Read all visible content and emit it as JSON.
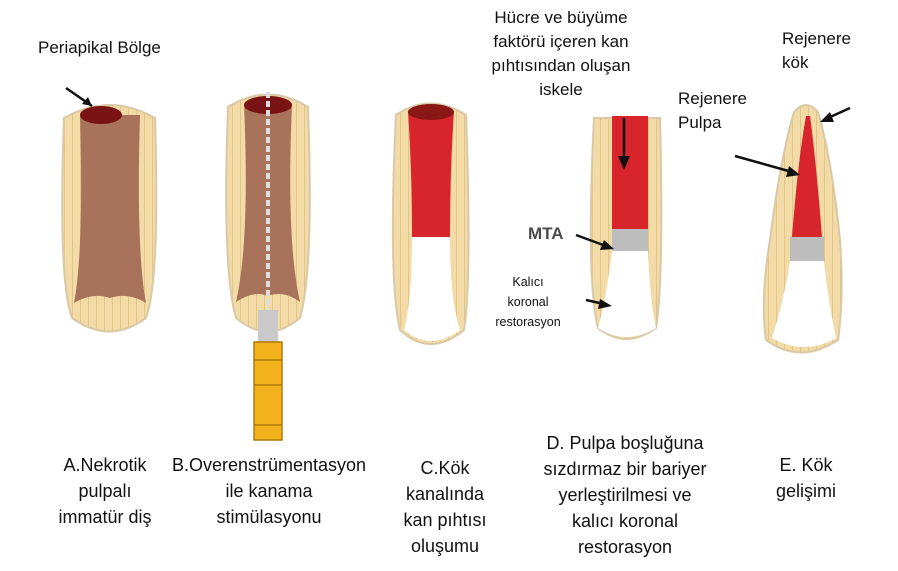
{
  "labels": {
    "periapical": "Periapikal Bölge",
    "scaffold": [
      "Hücre ve büyüme",
      "faktörü içeren kan",
      "pıhtısından oluşan",
      "iskele"
    ],
    "regen_root": [
      "Rejenere",
      "kök"
    ],
    "regen_pulp": [
      "Rejenere",
      "Pulpa"
    ],
    "mta": "MTA",
    "restoration": [
      "Kalıcı",
      "koronal",
      "restorasyon"
    ]
  },
  "captions": {
    "a": [
      "A.Nekrotik",
      "pulpalı",
      "immatür diş"
    ],
    "b": [
      "B.Overenstrümentasyon",
      "ile kanama",
      "stimülasyonu"
    ],
    "c": [
      "C.Kök",
      "kanalında",
      "kan pıhtısı",
      "oluşumu"
    ],
    "d": [
      "D. Pulpa boşluğuna",
      "sızdırmaz bir bariyer",
      "yerleştirilmesi ve",
      "kalıcı koronal",
      "restorasyon"
    ],
    "e": [
      "E. Kök",
      "gelişimi"
    ]
  },
  "colors": {
    "dentin": "#f0d7a0",
    "dentin_line": "#c9a865",
    "necrotic_pulp": "#a8735a",
    "necrotic_top": "#7a1414",
    "blood": "#d8252c",
    "mta": "#bdbdbd",
    "file_handle": "#f2b21b"
  }
}
